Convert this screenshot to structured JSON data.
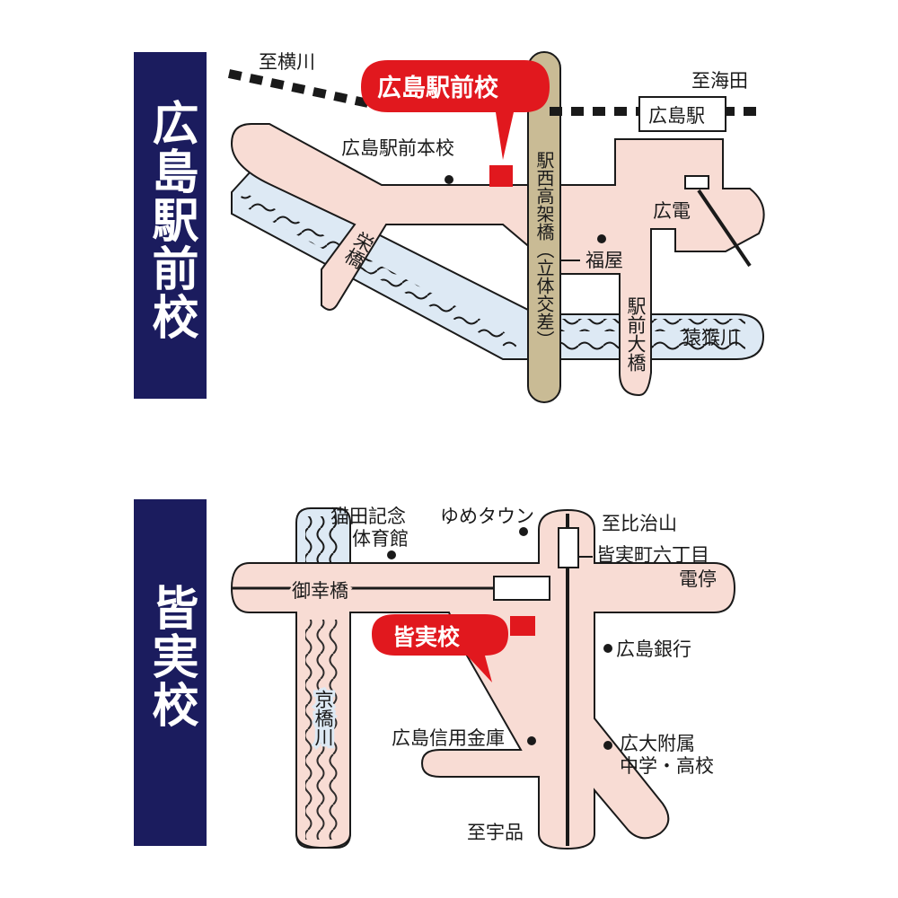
{
  "colors": {
    "navy": "#1b1c5e",
    "road": "#f8dcd4",
    "road_edge": "#1a1a1a",
    "river": "#dde9f4",
    "accent_red": "#e1181e",
    "viaduct": "#c9bb95"
  },
  "map1": {
    "side_title": "広島駅前校",
    "callout": "広島駅前校",
    "labels": {
      "to_yokogawa": "至横川",
      "to_kaita": "至海田",
      "station": "広島駅",
      "honko": "広島駅前本校",
      "viaduct": "駅西高架橋（立体交差）",
      "fukuya": "福屋",
      "hiroden": "広電",
      "sakae_bridge": "栄橋",
      "ekimae_bridge": "駅前大橋",
      "enko_river": "猿猴川"
    }
  },
  "map2": {
    "side_title": "皆実校",
    "callout": "皆実校",
    "labels": {
      "nekota": "猫田記念",
      "nekota2": "体育館",
      "youme": "ゆめタウン",
      "to_hijiyama": "至比治山",
      "stop1": "皆実町六丁目",
      "stop2": "電停",
      "miyuki_bridge": "御幸橋",
      "hiroshima_bank": "広島銀行",
      "kyobashi_river": "京橋川",
      "shinkin": "広島信用金庫",
      "fuzoku1": "広大附属",
      "fuzoku2": "中学・高校",
      "to_ujina": "至宇品"
    }
  }
}
